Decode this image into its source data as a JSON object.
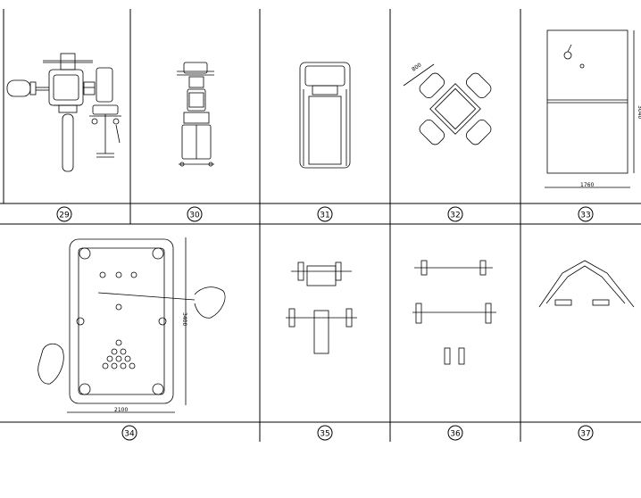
{
  "sheet": {
    "cells": [
      {
        "id": "29"
      },
      {
        "id": "30"
      },
      {
        "id": "31"
      },
      {
        "id": "32"
      },
      {
        "id": "33"
      },
      {
        "id": "34"
      },
      {
        "id": "35"
      },
      {
        "id": "36"
      },
      {
        "id": "37"
      }
    ]
  },
  "dims": {
    "table_32": "800",
    "table_33_w": "1760",
    "table_33_h": "3040",
    "pool_w": "2100",
    "pool_h": "3400"
  }
}
